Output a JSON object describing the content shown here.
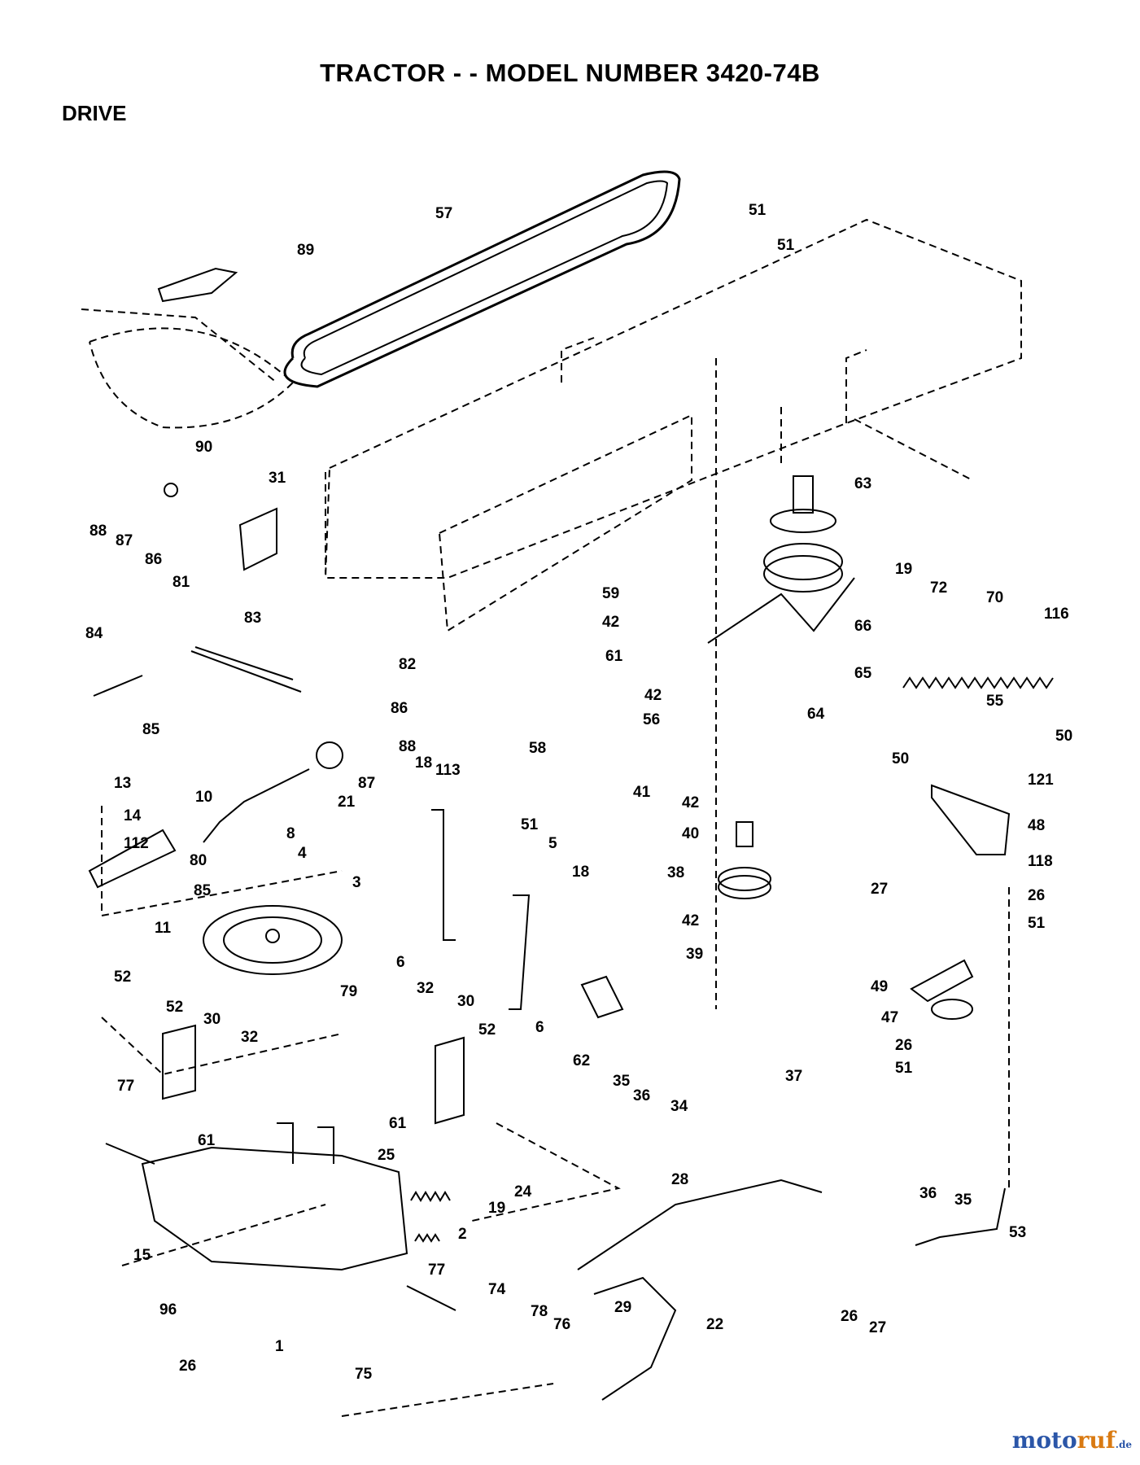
{
  "header": {
    "title": "TRACTOR - - MODEL NUMBER 3420-74B",
    "section": "DRIVE"
  },
  "watermark": {
    "part1": "moto",
    "part2": "ruf",
    "suffix": ".de"
  },
  "colors": {
    "ink": "#000000",
    "paper": "#ffffff",
    "wm_blue": "#2b56a8",
    "wm_orange": "#d97a12"
  },
  "parts_diagram": {
    "callouts": [
      "57",
      "51",
      "51",
      "89",
      "90",
      "31",
      "63",
      "19",
      "72",
      "70",
      "116",
      "88",
      "87",
      "86",
      "81",
      "83",
      "82",
      "59",
      "42",
      "61",
      "66",
      "65",
      "55",
      "84",
      "85",
      "86",
      "88",
      "87",
      "58",
      "42",
      "56",
      "64",
      "50",
      "50",
      "10",
      "13",
      "14",
      "112",
      "80",
      "85",
      "11",
      "18",
      "113",
      "21",
      "8",
      "41",
      "42",
      "40",
      "121",
      "48",
      "118",
      "27",
      "26",
      "51",
      "4",
      "3",
      "51",
      "5",
      "18",
      "6",
      "6",
      "38",
      "42",
      "39",
      "49",
      "47",
      "26",
      "51",
      "52",
      "52",
      "30",
      "32",
      "79",
      "32",
      "30",
      "52",
      "62",
      "35",
      "36",
      "34",
      "37",
      "77",
      "61",
      "61",
      "25",
      "24",
      "19",
      "28",
      "36",
      "35",
      "53",
      "15",
      "2",
      "77",
      "29",
      "22",
      "1",
      "96",
      "26",
      "74",
      "78",
      "76",
      "75",
      "26",
      "27"
    ]
  }
}
